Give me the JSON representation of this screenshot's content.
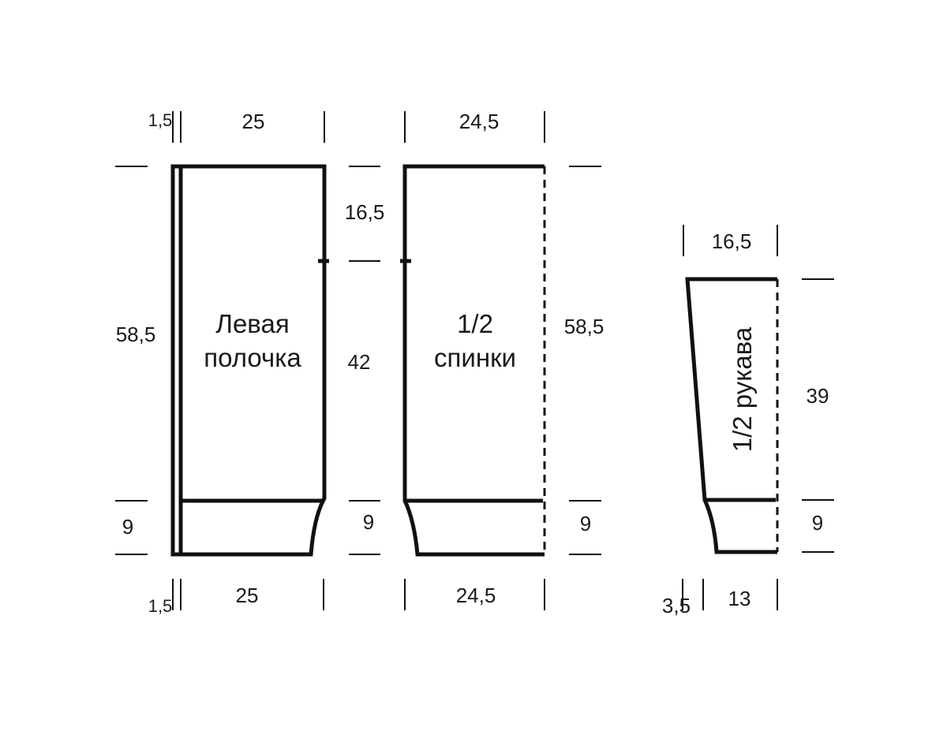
{
  "pieces": {
    "left_front": {
      "title_line1": "Левая",
      "title_line2": "полочка",
      "top_small": "1,5",
      "top_width": "25",
      "bottom_small": "1,5",
      "bottom_width": "25",
      "height_total": "58,5",
      "armhole": "16,5",
      "side": "42",
      "hem_left": "9",
      "hem_right": "9"
    },
    "half_back": {
      "title_line1": "1/2",
      "title_line2": "спинки",
      "top_width": "24,5",
      "bottom_width": "24,5",
      "height_total": "58,5",
      "hem_right": "9"
    },
    "half_sleeve": {
      "title": "1/2 рукава",
      "top_width": "16,5",
      "bottom_small": "3,5",
      "bottom_width": "13",
      "length": "39",
      "cuff": "9"
    }
  },
  "colors": {
    "ink": "#111111",
    "background": "#ffffff"
  }
}
